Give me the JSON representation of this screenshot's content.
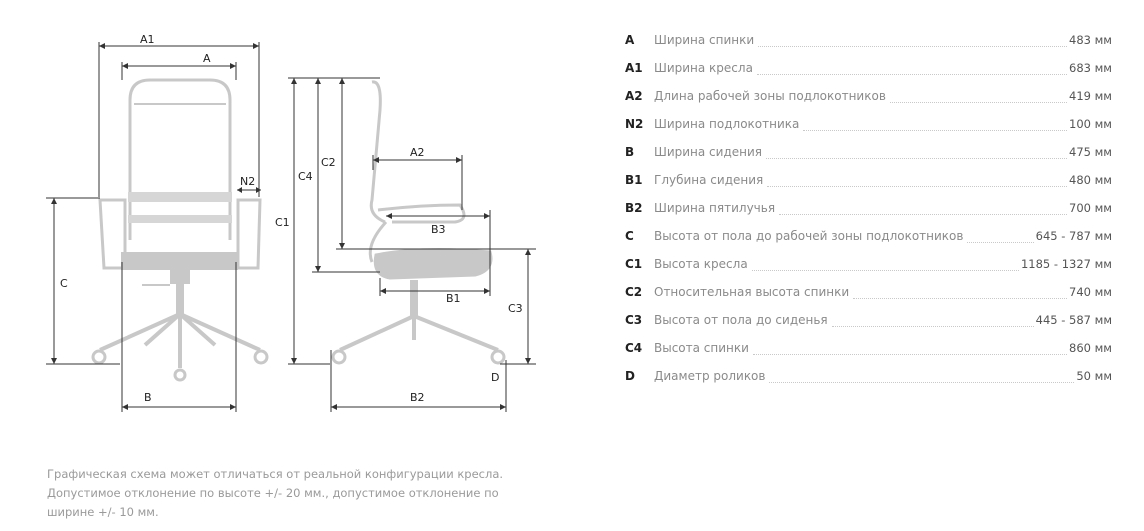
{
  "diagram": {
    "front_labels": {
      "A1": "A1",
      "A": "A",
      "N2": "N2",
      "C": "C",
      "B": "B"
    },
    "side_labels": {
      "C4": "C4",
      "C2": "C2",
      "C1": "C1",
      "A2": "A2",
      "B3": "B3",
      "B1": "B1",
      "C3": "C3",
      "B2": "B2",
      "D": "D"
    }
  },
  "specs": [
    {
      "code": "A",
      "label": "Ширина спинки",
      "value": "483 мм"
    },
    {
      "code": "A1",
      "label": "Ширина кресла",
      "value": "683 мм"
    },
    {
      "code": "A2",
      "label": "Длина рабочей зоны подлокотников",
      "value": "419 мм"
    },
    {
      "code": "N2",
      "label": "Ширина подлокотника",
      "value": "100 мм"
    },
    {
      "code": "B",
      "label": "Ширина сидения",
      "value": "475 мм"
    },
    {
      "code": "B1",
      "label": "Глубина сидения",
      "value": "480 мм"
    },
    {
      "code": "B2",
      "label": "Ширина пятилучья",
      "value": "700 мм"
    },
    {
      "code": "C",
      "label": "Высота от пола до рабочей зоны подлокотников",
      "value": "645 - 787 мм"
    },
    {
      "code": "C1",
      "label": "Высота кресла",
      "value": "1185 - 1327 мм"
    },
    {
      "code": "C2",
      "label": "Относительная высота спинки",
      "value": "740 мм"
    },
    {
      "code": "C3",
      "label": "Высота от пола до сиденья",
      "value": "445 - 587 мм"
    },
    {
      "code": "C4",
      "label": "Высота спинки",
      "value": "860 мм"
    },
    {
      "code": "D",
      "label": "Диаметр роликов",
      "value": "50 мм"
    }
  ],
  "note": {
    "line1": "Графическая схема может отличаться от реальной конфигурации кресла.",
    "line2": "Допустимое отклонение по высоте +/- 20 мм., допустимое отклонение по",
    "line3": "ширине +/- 10 мм."
  },
  "colors": {
    "chair": "#c8c8c8",
    "dimension": "#333333",
    "text": "#222222",
    "muted": "#8a8a8a"
  }
}
